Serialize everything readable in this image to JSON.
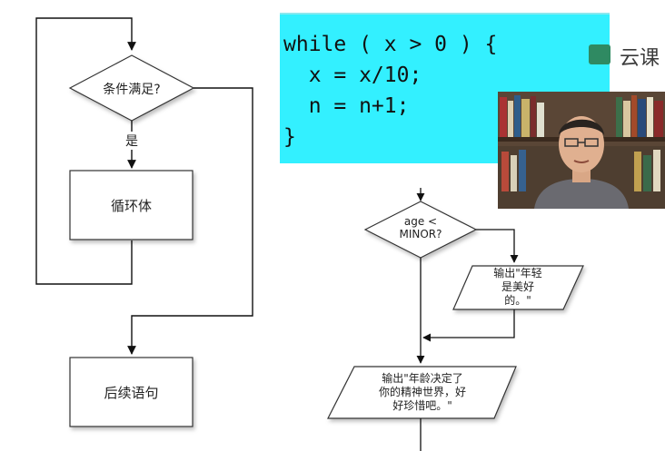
{
  "left_flowchart": {
    "condition": "条件满足?",
    "yes_label": "是",
    "loop_body": "循环体",
    "next_statement": "后续语句"
  },
  "code": {
    "lines": [
      "while ( x > 0 ) {",
      "  x = x/10;",
      "  n = n+1;",
      "}"
    ]
  },
  "logo": {
    "text": "云课",
    "icon": "cloud-logo-icon",
    "color": "#2f8a62"
  },
  "video": {
    "description_icon": "presenter-video-icon"
  },
  "right_flowchart": {
    "condition_line1": "age <",
    "condition_line2": "MINOR?",
    "output_young_lines": [
      "输出\"年轻",
      "是美好",
      "的。\""
    ],
    "output_age_lines": [
      "输出\"年龄决定了",
      "你的精神世界，好",
      "好珍惜吧。\""
    ]
  },
  "colors": {
    "code_background": "#33f0ff",
    "stroke": "#111111"
  }
}
